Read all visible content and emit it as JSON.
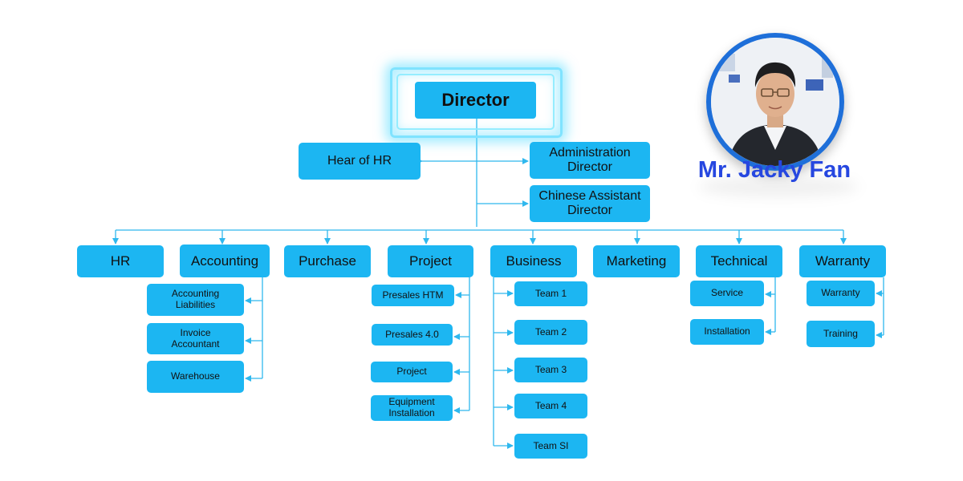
{
  "director": "Director",
  "top_staff": {
    "hr_head": "Hear of HR",
    "admin_director": "Administration Director",
    "assistant_director": "Chinese Assistant Director"
  },
  "departments": {
    "hr": "HR",
    "accounting": "Accounting",
    "purchase": "Purchase",
    "project": "Project",
    "business": "Business",
    "marketing": "Marketing",
    "technical": "Technical",
    "warranty": "Warranty"
  },
  "accounting_units": [
    "Accounting Liabilities",
    "Invoice Accountant",
    "Warehouse"
  ],
  "project_units": [
    "Presales HTM",
    "Presales 4.0",
    "Project",
    "Equipment Installation"
  ],
  "business_units": [
    "Team 1",
    "Team 2",
    "Team 3",
    "Team 4",
    "Team SI"
  ],
  "technical_units": [
    "Service",
    "Installation"
  ],
  "warranty_units": [
    "Warranty",
    "Training"
  ],
  "person": {
    "name": "Mr. Jacky Fan"
  },
  "colors": {
    "box": "#1cb6f2",
    "line": "#2fb8ee",
    "name": "#2647e0",
    "photo_border": "#1e6fd9"
  }
}
